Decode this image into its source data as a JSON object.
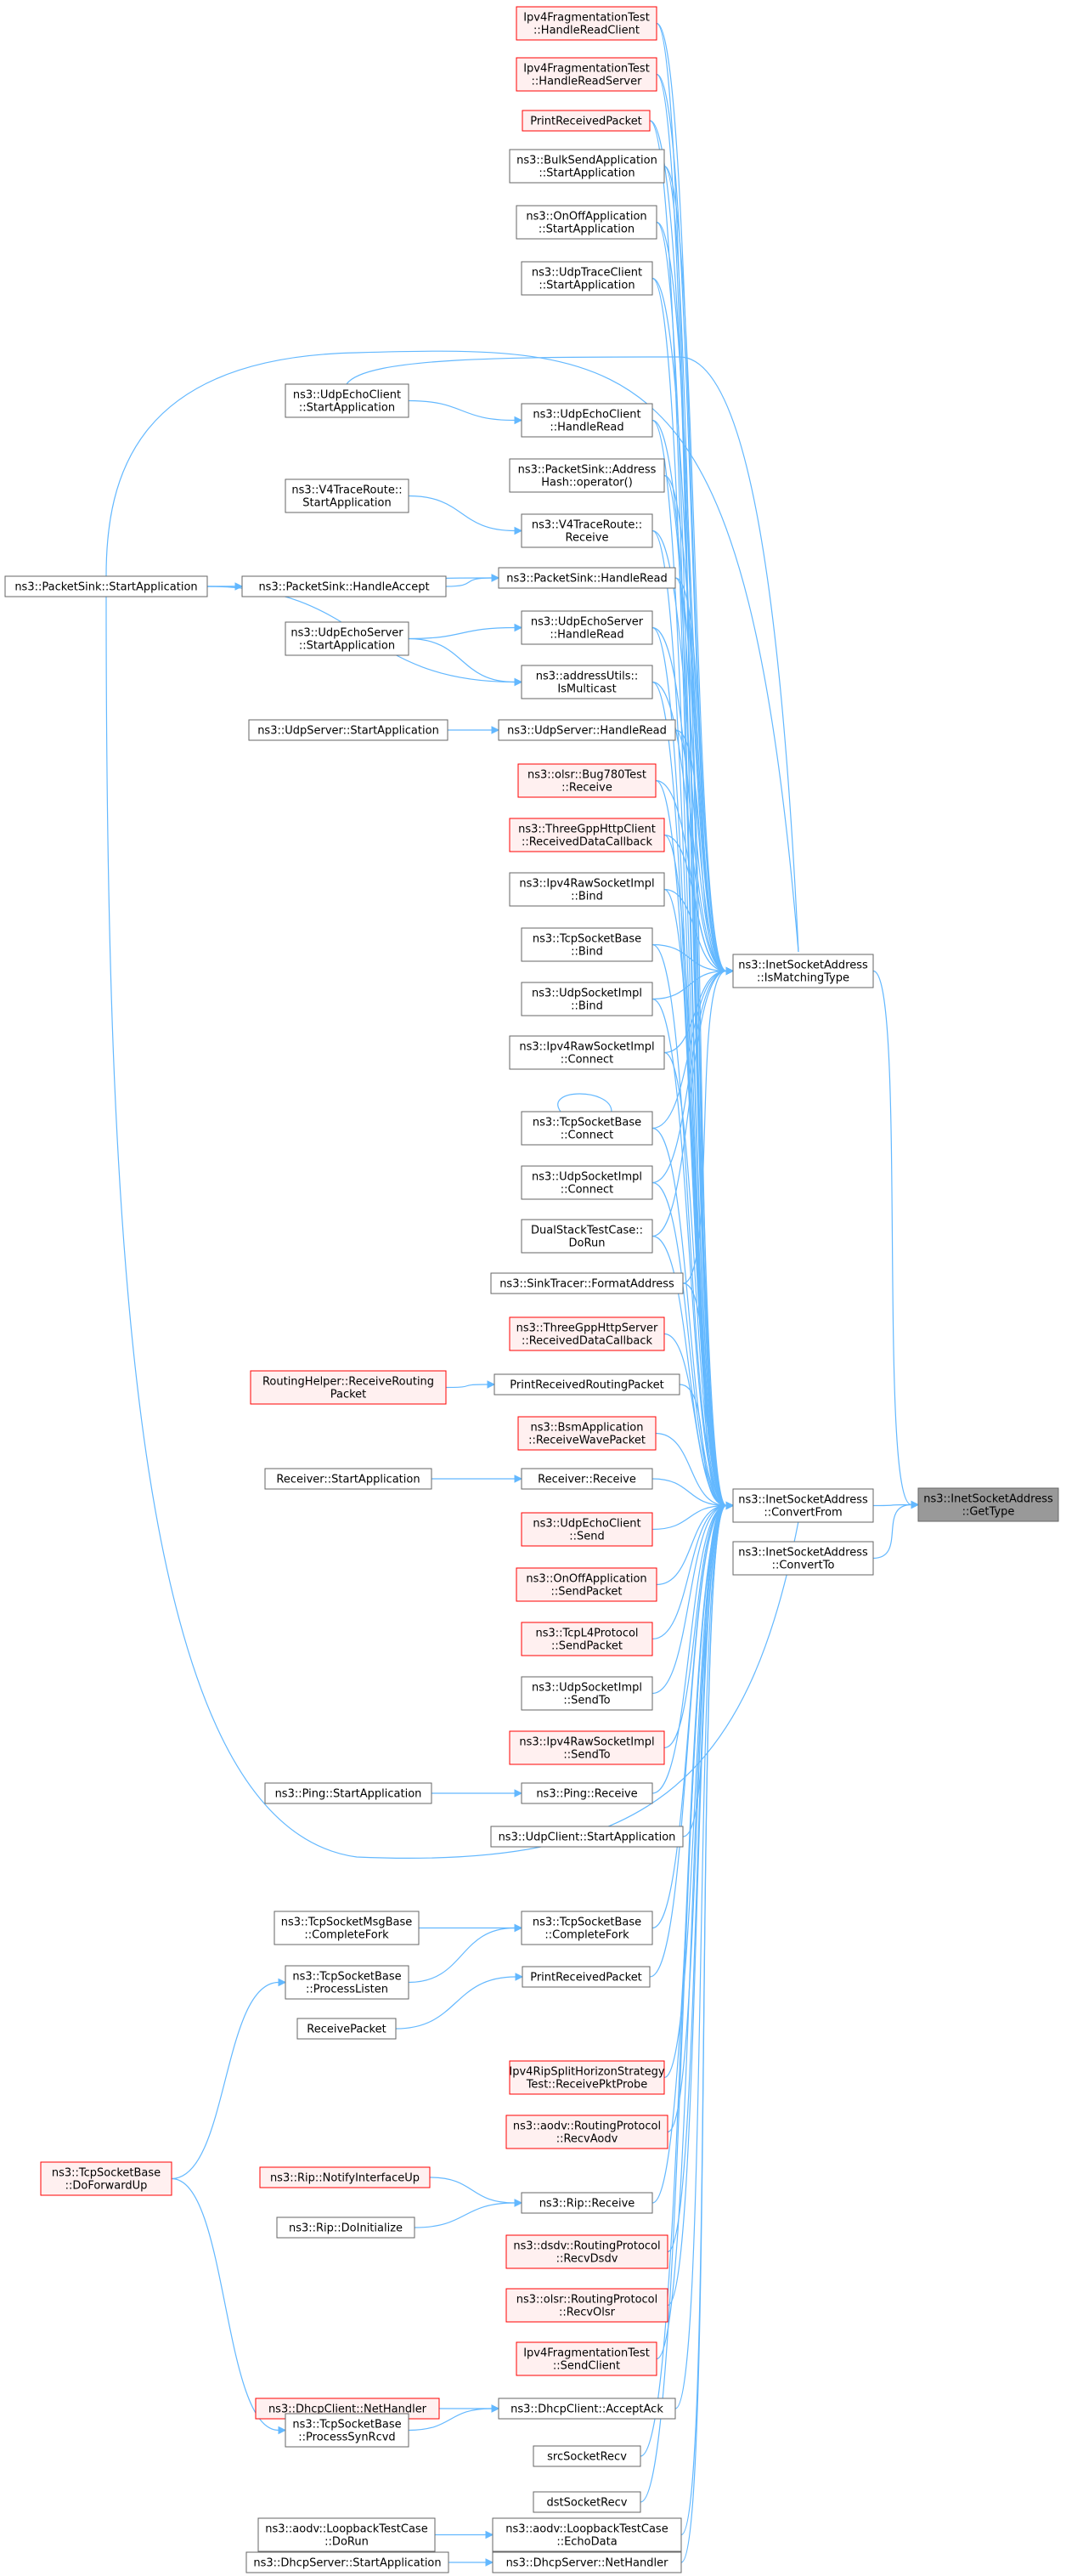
{
  "colors": {
    "edge": "#63b8ff",
    "node_border": "#666666",
    "truncated_border": "#ff0000",
    "truncated_fill": "#fff0f0",
    "focus_fill": "#999999"
  },
  "nodes": [
    {
      "id": "target",
      "lines": [
        "ns3::InetSocketAddress",
        "::GetType"
      ],
      "style": "focus"
    },
    {
      "id": "ismatching",
      "lines": [
        "ns3::InetSocketAddress",
        "::IsMatchingType"
      ],
      "style": "normal"
    },
    {
      "id": "convertfrom",
      "lines": [
        "ns3::InetSocketAddress",
        "::ConvertFrom"
      ],
      "style": "normal"
    },
    {
      "id": "convertto",
      "lines": [
        "ns3::InetSocketAddress",
        "::ConvertTo"
      ],
      "style": "normal"
    },
    {
      "id": "fragReadClient",
      "lines": [
        "Ipv4FragmentationTest",
        "::HandleReadClient"
      ],
      "style": "truncated"
    },
    {
      "id": "fragReadServer",
      "lines": [
        "Ipv4FragmentationTest",
        "::HandleReadServer"
      ],
      "style": "truncated"
    },
    {
      "id": "printRecvPkt1",
      "lines": [
        "PrintReceivedPacket"
      ],
      "style": "truncated"
    },
    {
      "id": "bulkSend",
      "lines": [
        "ns3::BulkSendApplication",
        "::StartApplication"
      ],
      "style": "normal"
    },
    {
      "id": "onOffStart",
      "lines": [
        "ns3::OnOffApplication",
        "::StartApplication"
      ],
      "style": "normal"
    },
    {
      "id": "udpTraceClient",
      "lines": [
        "ns3::UdpTraceClient",
        "::StartApplication"
      ],
      "style": "normal"
    },
    {
      "id": "udpEchoClientStart",
      "lines": [
        "ns3::UdpEchoClient",
        "::StartApplication"
      ],
      "style": "normal"
    },
    {
      "id": "udpEchoClientHR",
      "lines": [
        "ns3::UdpEchoClient",
        "::HandleRead"
      ],
      "style": "normal"
    },
    {
      "id": "pktSinkAddrHash",
      "lines": [
        "ns3::PacketSink::Address",
        "Hash::operator()"
      ],
      "style": "normal"
    },
    {
      "id": "v4TraceStart",
      "lines": [
        "ns3::V4TraceRoute::",
        "StartApplication"
      ],
      "style": "normal"
    },
    {
      "id": "v4TraceRecv",
      "lines": [
        "ns3::V4TraceRoute::",
        "Receive"
      ],
      "style": "normal"
    },
    {
      "id": "pktSinkStart",
      "lines": [
        "ns3::PacketSink::StartApplication"
      ],
      "style": "normal"
    },
    {
      "id": "pktSinkAccept",
      "lines": [
        "ns3::PacketSink::HandleAccept"
      ],
      "style": "normal"
    },
    {
      "id": "pktSinkRead",
      "lines": [
        "ns3::PacketSink::HandleRead"
      ],
      "style": "normal"
    },
    {
      "id": "udpEchoServerStart",
      "lines": [
        "ns3::UdpEchoServer",
        "::StartApplication"
      ],
      "style": "normal"
    },
    {
      "id": "udpEchoServerHR",
      "lines": [
        "ns3::UdpEchoServer",
        "::HandleRead"
      ],
      "style": "normal"
    },
    {
      "id": "isMulticast",
      "lines": [
        "ns3::addressUtils::",
        "IsMulticast"
      ],
      "style": "normal"
    },
    {
      "id": "udpServerStart",
      "lines": [
        "ns3::UdpServer::StartApplication"
      ],
      "style": "normal"
    },
    {
      "id": "udpServerHR",
      "lines": [
        "ns3::UdpServer::HandleRead"
      ],
      "style": "normal"
    },
    {
      "id": "olsrBug",
      "lines": [
        "ns3::olsr::Bug780Test",
        "::Receive"
      ],
      "style": "truncated"
    },
    {
      "id": "threeGppClient",
      "lines": [
        "ns3::ThreeGppHttpClient",
        "::ReceivedDataCallback"
      ],
      "style": "truncated"
    },
    {
      "id": "ipv4RawBind",
      "lines": [
        "ns3::Ipv4RawSocketImpl",
        "::Bind"
      ],
      "style": "normal"
    },
    {
      "id": "tcpBind",
      "lines": [
        "ns3::TcpSocketBase",
        "::Bind"
      ],
      "style": "normal"
    },
    {
      "id": "udpSockBind",
      "lines": [
        "ns3::UdpSocketImpl",
        "::Bind"
      ],
      "style": "normal"
    },
    {
      "id": "ipv4RawConnect",
      "lines": [
        "ns3::Ipv4RawSocketImpl",
        "::Connect"
      ],
      "style": "normal"
    },
    {
      "id": "tcpConnect",
      "lines": [
        "ns3::TcpSocketBase",
        "::Connect"
      ],
      "style": "normal"
    },
    {
      "id": "udpSockConnect",
      "lines": [
        "ns3::UdpSocketImpl",
        "::Connect"
      ],
      "style": "normal"
    },
    {
      "id": "dualStack",
      "lines": [
        "DualStackTestCase::",
        "DoRun"
      ],
      "style": "normal"
    },
    {
      "id": "sinkTracer",
      "lines": [
        "ns3::SinkTracer::FormatAddress"
      ],
      "style": "normal"
    },
    {
      "id": "threeGppServer",
      "lines": [
        "ns3::ThreeGppHttpServer",
        "::ReceivedDataCallback"
      ],
      "style": "truncated"
    },
    {
      "id": "routingHelper",
      "lines": [
        "RoutingHelper::ReceiveRouting",
        "Packet"
      ],
      "style": "truncated"
    },
    {
      "id": "printRecvRouting",
      "lines": [
        "PrintReceivedRoutingPacket"
      ],
      "style": "normal"
    },
    {
      "id": "bsmApp",
      "lines": [
        "ns3::BsmApplication",
        "::ReceiveWavePacket"
      ],
      "style": "truncated"
    },
    {
      "id": "receiverStart",
      "lines": [
        "Receiver::StartApplication"
      ],
      "style": "normal"
    },
    {
      "id": "receiverRecv",
      "lines": [
        "Receiver::Receive"
      ],
      "style": "normal"
    },
    {
      "id": "udpEchoClientSend",
      "lines": [
        "ns3::UdpEchoClient",
        "::Send"
      ],
      "style": "truncated"
    },
    {
      "id": "onOffSend",
      "lines": [
        "ns3::OnOffApplication",
        "::SendPacket"
      ],
      "style": "truncated"
    },
    {
      "id": "tcpL4Send",
      "lines": [
        "ns3::TcpL4Protocol",
        "::SendPacket"
      ],
      "style": "truncated"
    },
    {
      "id": "udpSockSendTo",
      "lines": [
        "ns3::UdpSocketImpl",
        "::SendTo"
      ],
      "style": "normal"
    },
    {
      "id": "ipv4RawSendTo",
      "lines": [
        "ns3::Ipv4RawSocketImpl",
        "::SendTo"
      ],
      "style": "truncated"
    },
    {
      "id": "pingStart",
      "lines": [
        "ns3::Ping::StartApplication"
      ],
      "style": "normal"
    },
    {
      "id": "pingRecv",
      "lines": [
        "ns3::Ping::Receive"
      ],
      "style": "normal"
    },
    {
      "id": "udpClientStart",
      "lines": [
        "ns3::UdpClient::StartApplication"
      ],
      "style": "normal"
    },
    {
      "id": "tcpMsgBase",
      "lines": [
        "ns3::TcpSocketMsgBase",
        "::CompleteFork"
      ],
      "style": "normal"
    },
    {
      "id": "tcpCompleteFork",
      "lines": [
        "ns3::TcpSocketBase",
        "::CompleteFork"
      ],
      "style": "normal"
    },
    {
      "id": "tcpProcessListen",
      "lines": [
        "ns3::TcpSocketBase",
        "::ProcessListen"
      ],
      "style": "normal"
    },
    {
      "id": "printRecvPkt2",
      "lines": [
        "PrintReceivedPacket"
      ],
      "style": "normal"
    },
    {
      "id": "receivePacket",
      "lines": [
        "ReceivePacket"
      ],
      "style": "normal"
    },
    {
      "id": "ripSplit",
      "lines": [
        "Ipv4RipSplitHorizonStrategy",
        "Test::ReceivePktProbe"
      ],
      "style": "truncated"
    },
    {
      "id": "aodvRecv",
      "lines": [
        "ns3::aodv::RoutingProtocol",
        "::RecvAodv"
      ],
      "style": "truncated"
    },
    {
      "id": "ripNotify",
      "lines": [
        "ns3::Rip::NotifyInterfaceUp"
      ],
      "style": "truncated"
    },
    {
      "id": "ripDoInit",
      "lines": [
        "ns3::Rip::DoInitialize"
      ],
      "style": "normal"
    },
    {
      "id": "ripRecv",
      "lines": [
        "ns3::Rip::Receive"
      ],
      "style": "normal"
    },
    {
      "id": "tcpDoForwardUp",
      "lines": [
        "ns3::TcpSocketBase",
        "::DoForwardUp"
      ],
      "style": "truncated"
    },
    {
      "id": "dsdvRecv",
      "lines": [
        "ns3::dsdv::RoutingProtocol",
        "::RecvDsdv"
      ],
      "style": "truncated"
    },
    {
      "id": "olsrRecv",
      "lines": [
        "ns3::olsr::RoutingProtocol",
        "::RecvOlsr"
      ],
      "style": "truncated"
    },
    {
      "id": "fragSendClient",
      "lines": [
        "Ipv4FragmentationTest",
        "::SendClient"
      ],
      "style": "truncated"
    },
    {
      "id": "dhcpClientNH",
      "lines": [
        "ns3::DhcpClient::NetHandler"
      ],
      "style": "truncated"
    },
    {
      "id": "dhcpAcceptAck",
      "lines": [
        "ns3::DhcpClient::AcceptAck"
      ],
      "style": "normal"
    },
    {
      "id": "tcpSynRcvd",
      "lines": [
        "ns3::TcpSocketBase",
        "::ProcessSynRcvd"
      ],
      "style": "normal"
    },
    {
      "id": "srcSocketRecv",
      "lines": [
        "srcSocketRecv"
      ],
      "style": "normal"
    },
    {
      "id": "dstSocketRecv",
      "lines": [
        "dstSocketRecv"
      ],
      "style": "normal"
    },
    {
      "id": "aodvLoopDoRun",
      "lines": [
        "ns3::aodv::LoopbackTestCase",
        "::DoRun"
      ],
      "style": "normal"
    },
    {
      "id": "aodvLoopEcho",
      "lines": [
        "ns3::aodv::LoopbackTestCase",
        "::EchoData"
      ],
      "style": "normal"
    },
    {
      "id": "dhcpServerStart",
      "lines": [
        "ns3::DhcpServer::StartApplication"
      ],
      "style": "normal"
    },
    {
      "id": "dhcpServerNH",
      "lines": [
        "ns3::DhcpServer::NetHandler"
      ],
      "style": "normal"
    }
  ]
}
